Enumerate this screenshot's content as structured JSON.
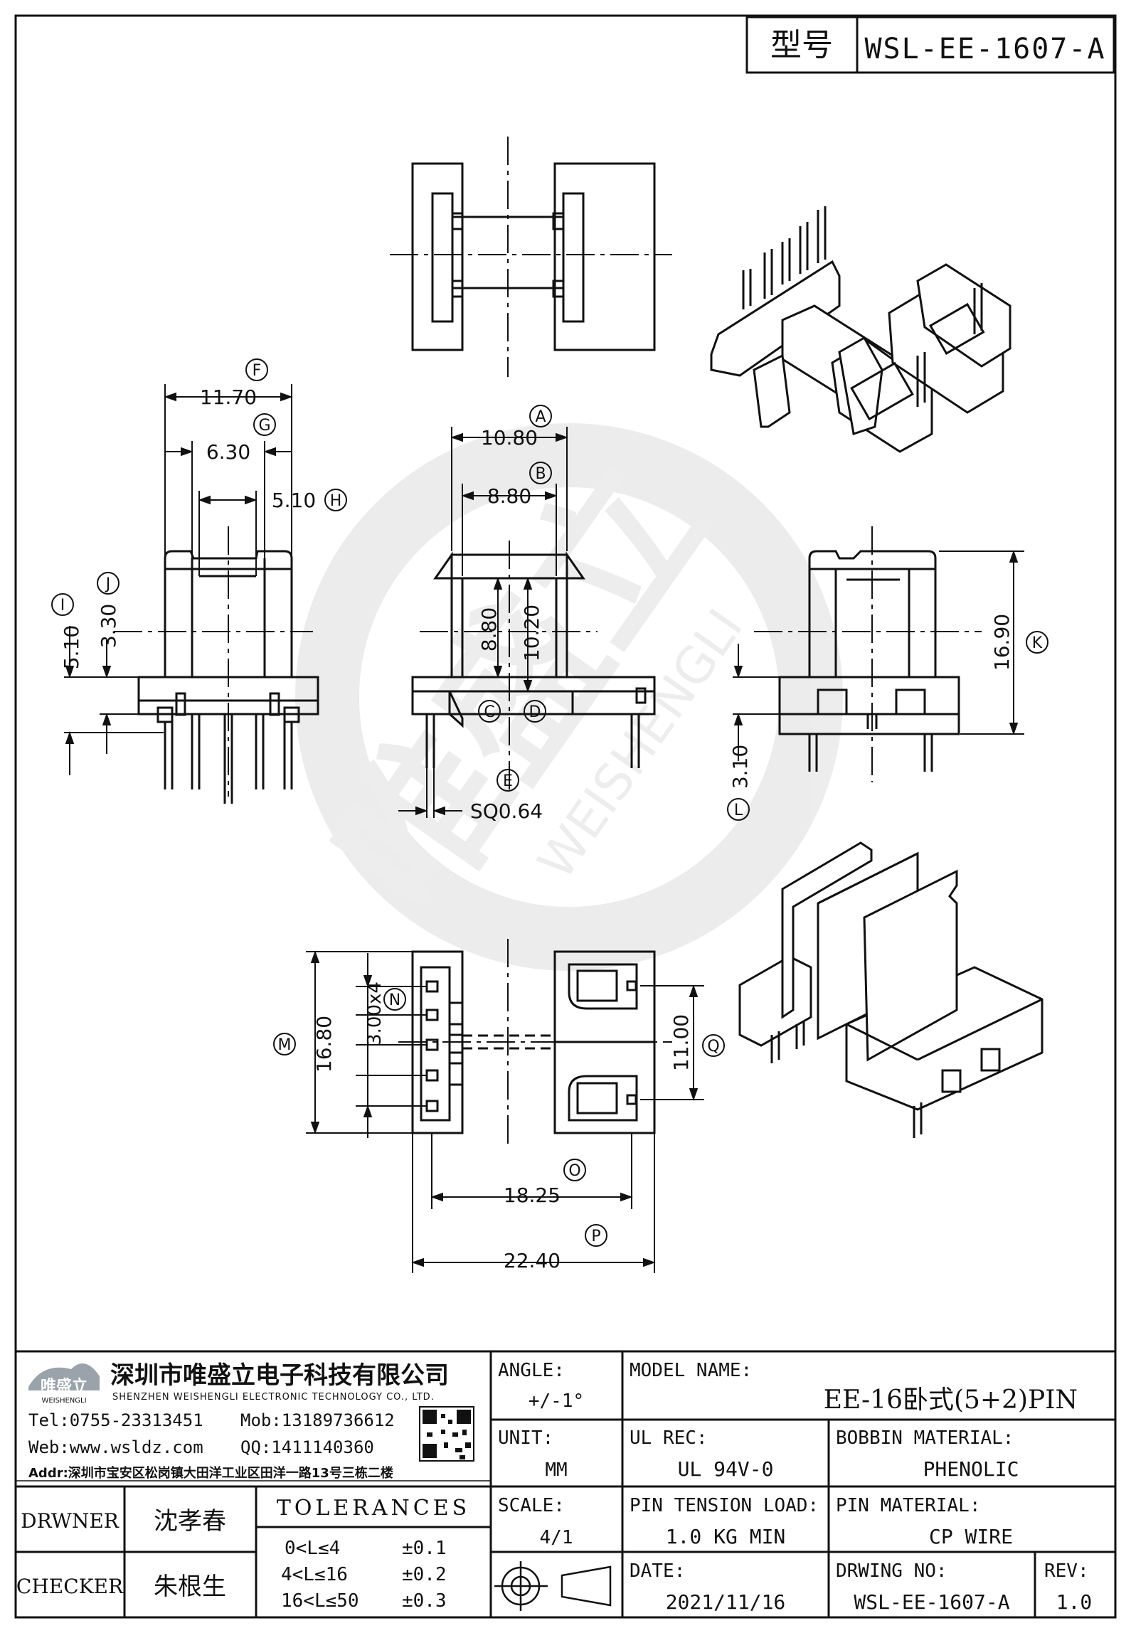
{
  "title_block": {
    "model_label": "型号",
    "model_code": "WSL-EE-1607-A"
  },
  "dimensions": {
    "F": {
      "letter": "F",
      "value": "11.70"
    },
    "G": {
      "letter": "G",
      "value": "6.30"
    },
    "H": {
      "letter": "H",
      "value": "5.10"
    },
    "A": {
      "letter": "A",
      "value": "10.80"
    },
    "B": {
      "letter": "B",
      "value": "8.80"
    },
    "I": {
      "letter": "I",
      "value": "5.10"
    },
    "J": {
      "letter": "J",
      "value": "3.30"
    },
    "C": {
      "letter": "C",
      "value": "8.80"
    },
    "D": {
      "letter": "D",
      "value": "10.20"
    },
    "E": {
      "letter": "E",
      "value": "SQ0.64"
    },
    "K": {
      "letter": "K",
      "value": "16.90"
    },
    "L": {
      "letter": "L",
      "value": "3.10"
    },
    "M": {
      "letter": "M",
      "value": "16.80"
    },
    "N": {
      "letter": "N",
      "value": "3.00x4"
    },
    "Q": {
      "letter": "Q",
      "value": "11.00"
    },
    "O": {
      "letter": "O",
      "value": "18.25"
    },
    "P": {
      "letter": "P",
      "value": "22.40"
    }
  },
  "watermark": {
    "name": "唯盛立",
    "sub": "WEISHENGLI"
  },
  "company": {
    "logo_text": "唯盛立",
    "logo_sub": "WEISHENGLI",
    "name_cn": "深圳市唯盛立电子科技有限公司",
    "name_en": "SHENZHEN WEISHENGLI ELECTRONIC TECHNOLOGY CO., LTD.",
    "tel": "Tel:0755-23313451",
    "mob": "Mob:13189736612",
    "web": "Web:www.wsldz.com",
    "qq": "QQ:1411140360",
    "addr": "Addr:深圳市宝安区松岗镇大田洋工业区田洋一路13号三栋二楼"
  },
  "staff": {
    "drawer_label": "DRWNER",
    "drawer_name": "沈孝春",
    "checker_label": "CHECKER",
    "checker_name": "朱根生"
  },
  "tolerances": {
    "label": "TOLERANCES",
    "rows": [
      {
        "range": "0<L≤4",
        "value": "±0.1"
      },
      {
        "range": "4<L≤16",
        "value": "±0.2"
      },
      {
        "range": "16<L≤50",
        "value": "±0.3"
      }
    ]
  },
  "specs": {
    "angle_label": "ANGLE:",
    "angle_value": "+/-1°",
    "unit_label": "UNIT:",
    "unit_value": "MM",
    "scale_label": "SCALE:",
    "scale_value": "4/1",
    "model_name_label": "MODEL NAME:",
    "model_name_value": "EE-16卧式(5+2)PIN",
    "ul_label": "UL REC:",
    "ul_value": "UL 94V-0",
    "bobbin_label": "BOBBIN MATERIAL:",
    "bobbin_value": "PHENOLIC",
    "tension_label": "PIN TENSION LOAD:",
    "tension_value": "1.0 KG MIN",
    "pin_material_label": "PIN MATERIAL:",
    "pin_material_value": "CP WIRE",
    "date_label": "DATE:",
    "date_value": "2021/11/16",
    "drawing_no_label": "DRWING NO:",
    "drawing_no_value": "WSL-EE-1607-A",
    "rev_label": "REV:",
    "rev_value": "1.0"
  }
}
